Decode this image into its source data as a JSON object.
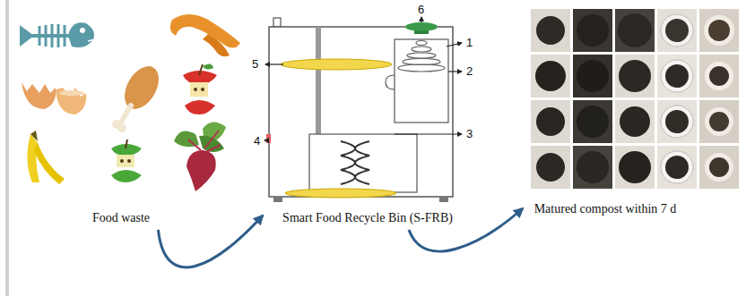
{
  "diagram": {
    "nodes": [
      {
        "text": [
          "Food waste"
        ]
      },
      {
        "text": [
          "Smart Food Recycle Bin (S-FRB)"
        ]
      },
      {
        "text": [
          "Matured compost within 7 d"
        ]
      }
    ],
    "edges": [
      {
        "from": 0,
        "to": 1,
        "arrow": "to"
      },
      {
        "from": 1,
        "to": 2,
        "arrow": "to"
      }
    ],
    "labels": [
      "1",
      "2",
      "3",
      "4",
      "5",
      "6"
    ]
  }
}
